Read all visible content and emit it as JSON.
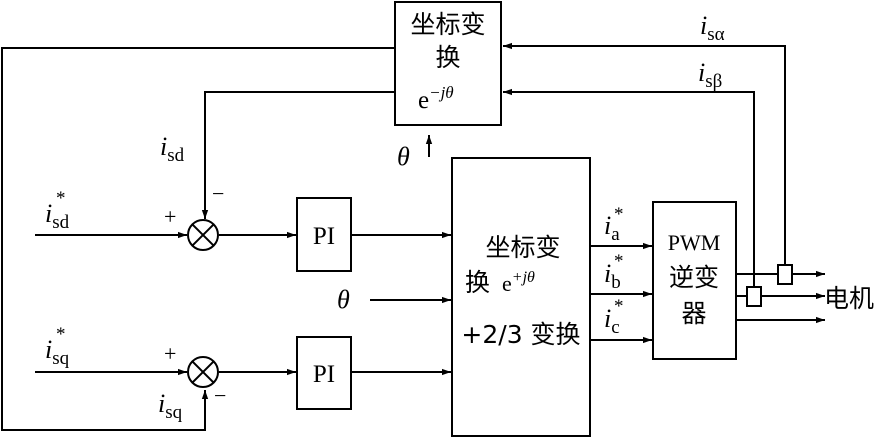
{
  "blocks": {
    "transform_top": {
      "line1": "坐标变",
      "line2": "换",
      "expr_base": "e",
      "expr_sup": "−jθ"
    },
    "pi_d": "PI",
    "pi_q": "PI",
    "transform_mid": {
      "line1": "坐标变",
      "line2": "换",
      "expr_base": "e",
      "expr_sup": "+jθ",
      "line3": "+2/3 变换"
    },
    "pwm": {
      "line1": "PWM",
      "line2": "逆变",
      "line3": "器"
    },
    "motor": "电机"
  },
  "signals": {
    "i": "i",
    "theta": "θ",
    "star": "*",
    "isd_ref_sub": "sd",
    "isq_ref_sub": "sq",
    "isd_fb_sub": "sd",
    "isq_fb_sub": "sq",
    "is_alpha_sub": "sα",
    "is_beta_sub": "sβ",
    "ia_sub": "a",
    "ib_sub": "b",
    "ic_sub": "c"
  },
  "signs": {
    "plus": "+",
    "minus": "−"
  }
}
